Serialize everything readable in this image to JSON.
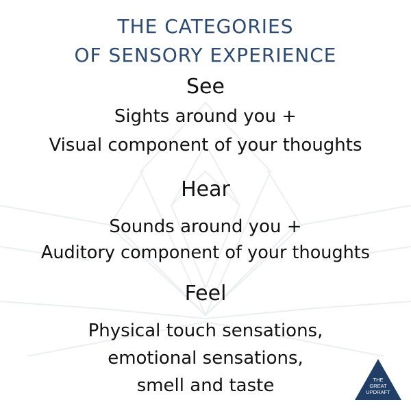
{
  "title": {
    "line1": "THE CATEGORIES",
    "line2": "OF SENSORY EXPERIENCE"
  },
  "sections": [
    {
      "heading": "See",
      "lines": [
        "Sights around you +",
        "Visual component of your thoughts"
      ]
    },
    {
      "heading": "Hear",
      "lines": [
        "Sounds around you +",
        "Auditory component of your thoughts"
      ]
    },
    {
      "heading": "Feel",
      "lines": [
        "Physical touch sensations,",
        "emotional sensations,",
        "smell and taste"
      ]
    }
  ],
  "logo": {
    "line1": "THE",
    "line2": "GREAT",
    "line3": "UPDRAFT"
  },
  "colors": {
    "title": "#2c4a72",
    "body_text": "#111111",
    "logo_fill": "#213e66",
    "watermark": "#eef0f3"
  }
}
